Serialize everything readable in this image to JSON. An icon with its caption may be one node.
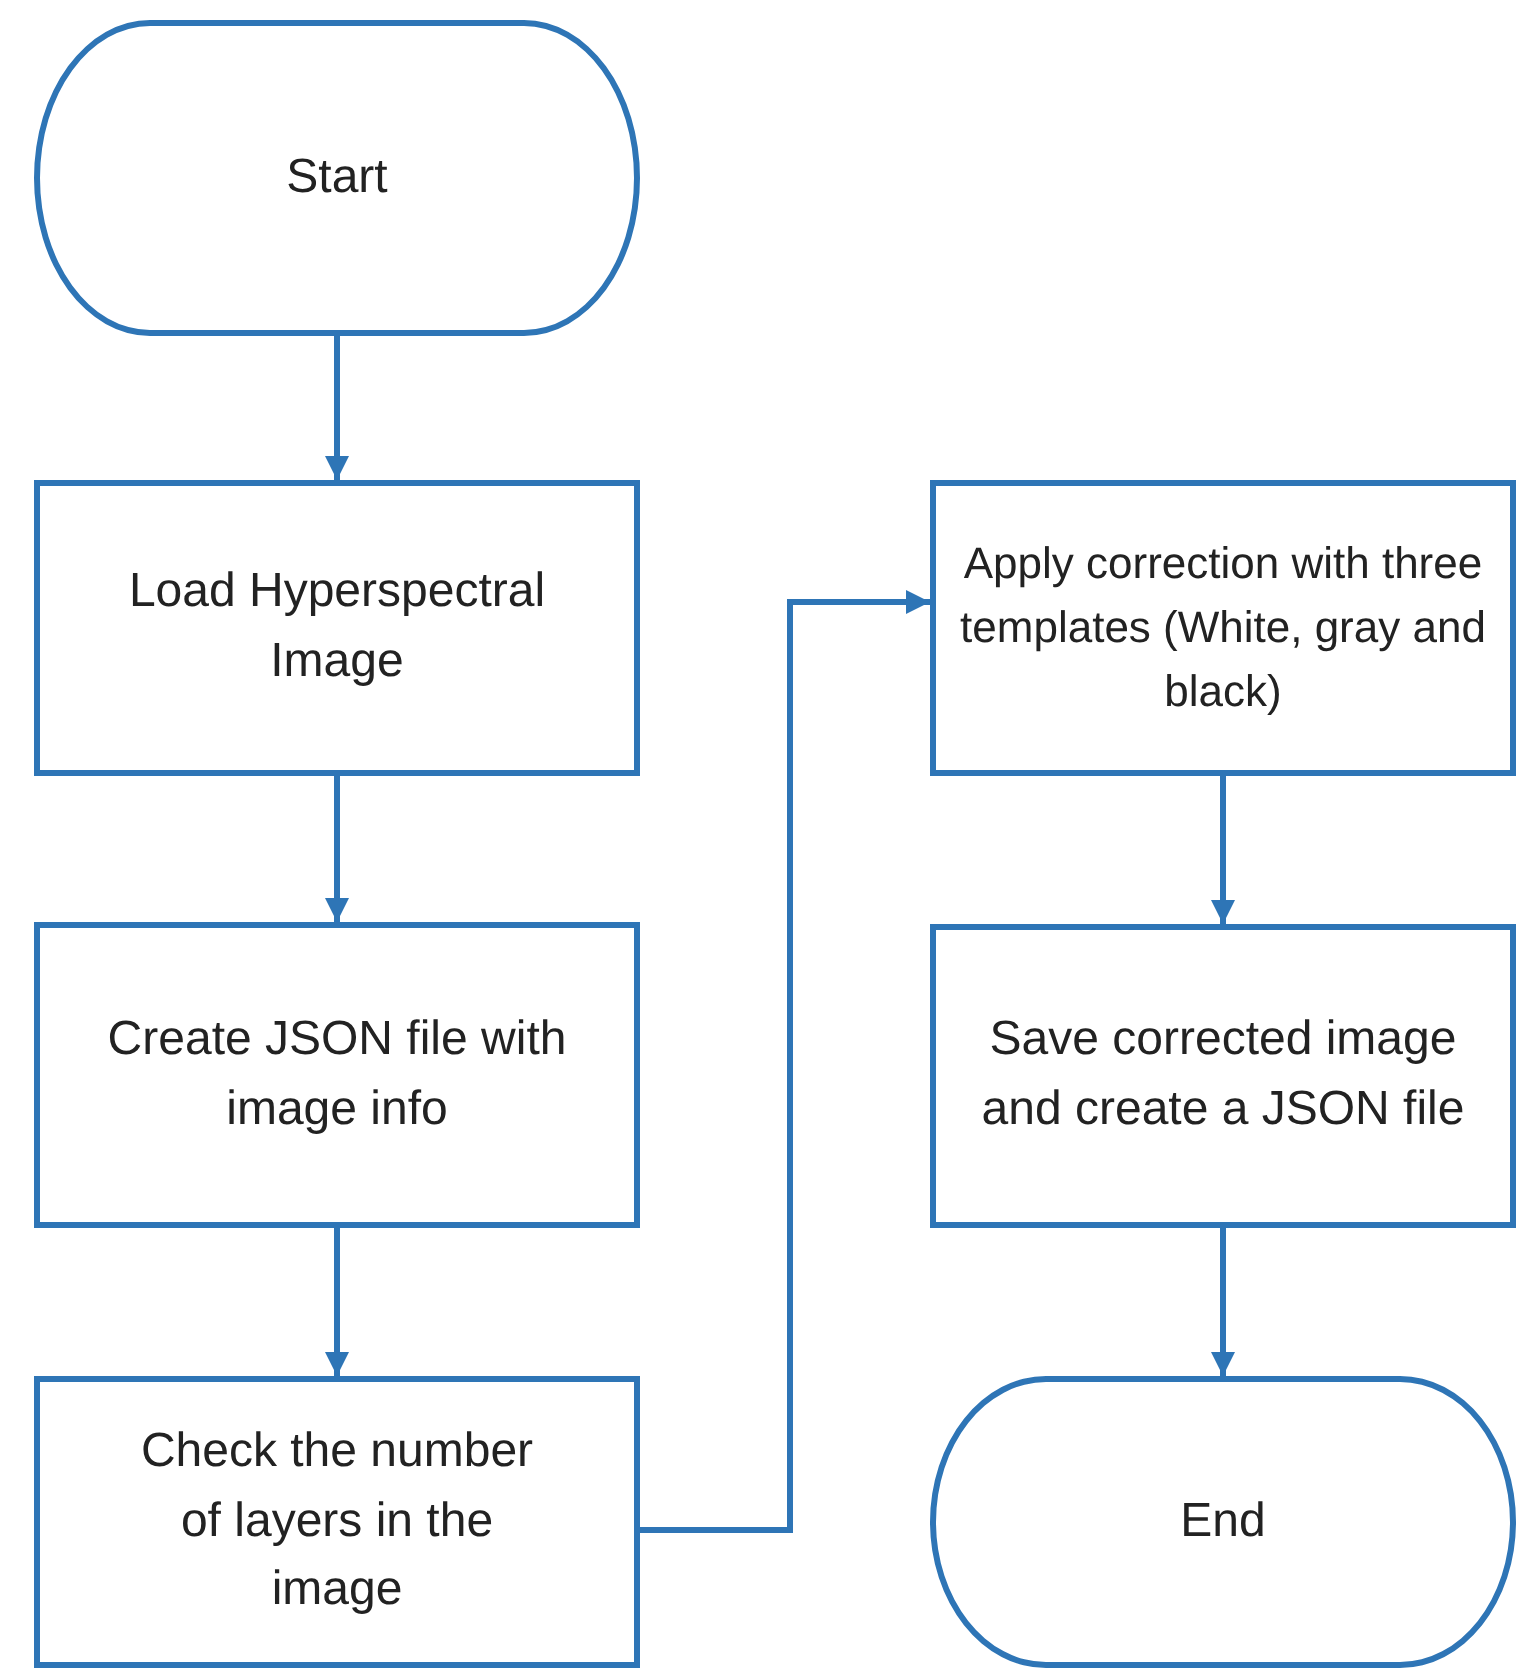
{
  "diagram": {
    "nodes": [
      {
        "text": [
          "Start"
        ]
      },
      {
        "text": [
          "Load Hyperspectral Image"
        ]
      },
      {
        "text": [
          "Create JSON file with image info"
        ]
      },
      {
        "text": [
          "Check the number of layers in the image"
        ]
      },
      {
        "text": [
          "Apply correction with three templates (White, gray and black)"
        ]
      },
      {
        "text": [
          "Save corrected image and create a JSON file"
        ]
      },
      {
        "text": [
          "End"
        ]
      }
    ],
    "edges": [
      {
        "from": 0,
        "to": 1,
        "arrow": "to"
      },
      {
        "from": 1,
        "to": 2,
        "arrow": "to"
      },
      {
        "from": 2,
        "to": 3,
        "arrow": "to"
      },
      {
        "from": 3,
        "to": 4,
        "arrow": "to"
      },
      {
        "from": 4,
        "to": 5,
        "arrow": "to"
      },
      {
        "from": 5,
        "to": 6,
        "arrow": "to"
      }
    ]
  }
}
